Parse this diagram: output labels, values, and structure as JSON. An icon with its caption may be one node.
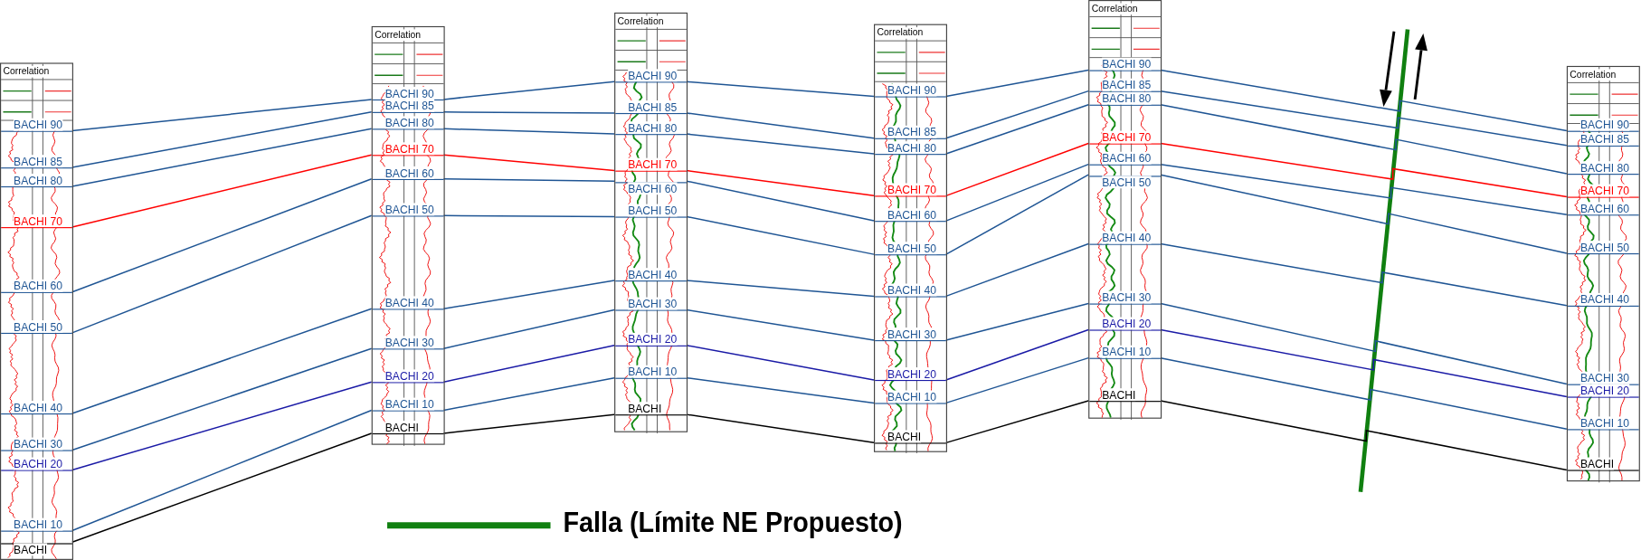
{
  "diagram": {
    "nodes": [
      {
        "text": [
          "Correlation"
        ]
      },
      {
        "text": [
          "BACHI 90"
        ],
        "in": 0
      },
      {
        "text": [
          "BACHI 85"
        ],
        "in": 0
      },
      {
        "text": [
          "BACHI 80"
        ],
        "in": 0
      },
      {
        "text": [
          "BACHI 70"
        ],
        "in": 0
      },
      {
        "text": [
          "BACHI 60"
        ],
        "in": 0
      },
      {
        "text": [
          "BACHI 50"
        ],
        "in": 0
      },
      {
        "text": [
          "BACHI 40"
        ],
        "in": 0
      },
      {
        "text": [
          "BACHI 30"
        ],
        "in": 0
      },
      {
        "text": [
          "BACHI 20"
        ],
        "in": 0
      },
      {
        "text": [
          "BACHI 10"
        ],
        "in": 0
      },
      {
        "text": [
          "BACHI"
        ],
        "in": 0
      },
      {
        "text": [
          "Correlation"
        ]
      },
      {
        "text": [
          "BACHI 90"
        ],
        "in": 12
      },
      {
        "text": [
          "BACHI 85"
        ],
        "in": 12
      },
      {
        "text": [
          "BACHI 80"
        ],
        "in": 12
      },
      {
        "text": [
          "BACHI 70"
        ],
        "in": 12
      },
      {
        "text": [
          "BACHI 60"
        ],
        "in": 12
      },
      {
        "text": [
          "BACHI 50"
        ],
        "in": 12
      },
      {
        "text": [
          "BACHI 40"
        ],
        "in": 12
      },
      {
        "text": [
          "BACHI 30"
        ],
        "in": 12
      },
      {
        "text": [
          "BACHI 20"
        ],
        "in": 12
      },
      {
        "text": [
          "BACHI 10"
        ],
        "in": 12
      },
      {
        "text": [
          "BACHI"
        ],
        "in": 12
      },
      {
        "text": [
          "Correlation"
        ]
      },
      {
        "text": [
          "BACHI 90"
        ],
        "in": 24
      },
      {
        "text": [
          "BACHI 85"
        ],
        "in": 24
      },
      {
        "text": [
          "BACHI 80"
        ],
        "in": 24
      },
      {
        "text": [
          "BACHI 70"
        ],
        "in": 24
      },
      {
        "text": [
          "BACHI 60"
        ],
        "in": 24
      },
      {
        "text": [
          "BACHI 50"
        ],
        "in": 24
      },
      {
        "text": [
          "BACHI 40"
        ],
        "in": 24
      },
      {
        "text": [
          "BACHI 30"
        ],
        "in": 24
      },
      {
        "text": [
          "BACHI 20"
        ],
        "in": 24
      },
      {
        "text": [
          "BACHI 10"
        ],
        "in": 24
      },
      {
        "text": [
          "BACHI"
        ],
        "in": 24
      },
      {
        "text": [
          "Correlation"
        ]
      },
      {
        "text": [
          "BACHI 90"
        ],
        "in": 36
      },
      {
        "text": [
          "BACHI 85"
        ],
        "in": 36
      },
      {
        "text": [
          "BACHI 80"
        ],
        "in": 36
      },
      {
        "text": [
          "BACHI 70"
        ],
        "in": 36
      },
      {
        "text": [
          "BACHI 60"
        ],
        "in": 36
      },
      {
        "text": [
          "BACHI 50"
        ],
        "in": 36
      },
      {
        "text": [
          "BACHI 40"
        ],
        "in": 36
      },
      {
        "text": [
          "BACHI 30"
        ],
        "in": 36
      },
      {
        "text": [
          "BACHI 20"
        ],
        "in": 36
      },
      {
        "text": [
          "BACHI 10"
        ],
        "in": 36
      },
      {
        "text": [
          "BACHI"
        ],
        "in": 36
      },
      {
        "text": [
          "Correlation"
        ]
      },
      {
        "text": [
          "BACHI 90"
        ],
        "in": 48
      },
      {
        "text": [
          "BACHI 85"
        ],
        "in": 48
      },
      {
        "text": [
          "BACHI 80"
        ],
        "in": 48
      },
      {
        "text": [
          "BACHI 70"
        ],
        "in": 48
      },
      {
        "text": [
          "BACHI 60"
        ],
        "in": 48
      },
      {
        "text": [
          "BACHI 50"
        ],
        "in": 48
      },
      {
        "text": [
          "BACHI 40"
        ],
        "in": 48
      },
      {
        "text": [
          "BACHI 30"
        ],
        "in": 48
      },
      {
        "text": [
          "BACHI 20"
        ],
        "in": 48
      },
      {
        "text": [
          "BACHI 10"
        ],
        "in": 48
      },
      {
        "text": [
          "BACHI"
        ],
        "in": 48
      },
      {
        "text": [
          "Correlation"
        ]
      },
      {
        "text": [
          "BACHI 90"
        ],
        "in": 60
      },
      {
        "text": [
          "BACHI 85"
        ],
        "in": 60
      },
      {
        "text": [
          "BACHI 80"
        ],
        "in": 60
      },
      {
        "text": [
          "BACHI 70"
        ],
        "in": 60
      },
      {
        "text": [
          "BACHI 60"
        ],
        "in": 60
      },
      {
        "text": [
          "BACHI 50"
        ],
        "in": 60
      },
      {
        "text": [
          "BACHI 40"
        ],
        "in": 60
      },
      {
        "text": [
          "BACHI 30"
        ],
        "in": 60
      },
      {
        "text": [
          "BACHI 20"
        ],
        "in": 60
      },
      {
        "text": [
          "BACHI 10"
        ],
        "in": 60
      },
      {
        "text": [
          "BACHI"
        ],
        "in": 60
      }
    ],
    "edges": [
      {
        "from": 1,
        "to": 13,
        "arrow": "none"
      },
      {
        "from": 13,
        "to": 25,
        "arrow": "none"
      },
      {
        "from": 25,
        "to": 37,
        "arrow": "none"
      },
      {
        "from": 37,
        "to": 49,
        "arrow": "none"
      },
      {
        "from": 49,
        "to": 61,
        "arrow": "none"
      },
      {
        "from": 2,
        "to": 14,
        "arrow": "none"
      },
      {
        "from": 14,
        "to": 26,
        "arrow": "none"
      },
      {
        "from": 26,
        "to": 38,
        "arrow": "none"
      },
      {
        "from": 38,
        "to": 50,
        "arrow": "none"
      },
      {
        "from": 50,
        "to": 62,
        "arrow": "none"
      },
      {
        "from": 3,
        "to": 15,
        "arrow": "none"
      },
      {
        "from": 15,
        "to": 27,
        "arrow": "none"
      },
      {
        "from": 27,
        "to": 39,
        "arrow": "none"
      },
      {
        "from": 39,
        "to": 51,
        "arrow": "none"
      },
      {
        "from": 51,
        "to": 63,
        "arrow": "none"
      },
      {
        "from": 4,
        "to": 16,
        "arrow": "none",
        "color": "#ff0000"
      },
      {
        "from": 16,
        "to": 28,
        "arrow": "none",
        "color": "#ff0000"
      },
      {
        "from": 28,
        "to": 40,
        "arrow": "none",
        "color": "#ff0000"
      },
      {
        "from": 40,
        "to": 52,
        "arrow": "none",
        "color": "#ff0000"
      },
      {
        "from": 52,
        "to": 64,
        "arrow": "none",
        "color": "#ff0000"
      },
      {
        "from": 5,
        "to": 17,
        "arrow": "none"
      },
      {
        "from": 17,
        "to": 29,
        "arrow": "none"
      },
      {
        "from": 29,
        "to": 41,
        "arrow": "none"
      },
      {
        "from": 41,
        "to": 53,
        "arrow": "none"
      },
      {
        "from": 53,
        "to": 65,
        "arrow": "none"
      },
      {
        "from": 6,
        "to": 18,
        "arrow": "none"
      },
      {
        "from": 18,
        "to": 30,
        "arrow": "none"
      },
      {
        "from": 30,
        "to": 42,
        "arrow": "none"
      },
      {
        "from": 42,
        "to": 54,
        "arrow": "none"
      },
      {
        "from": 54,
        "to": 66,
        "arrow": "none"
      },
      {
        "from": 7,
        "to": 19,
        "arrow": "none"
      },
      {
        "from": 19,
        "to": 31,
        "arrow": "none"
      },
      {
        "from": 31,
        "to": 43,
        "arrow": "none"
      },
      {
        "from": 43,
        "to": 55,
        "arrow": "none"
      },
      {
        "from": 55,
        "to": 67,
        "arrow": "none"
      },
      {
        "from": 8,
        "to": 20,
        "arrow": "none"
      },
      {
        "from": 20,
        "to": 32,
        "arrow": "none"
      },
      {
        "from": 32,
        "to": 44,
        "arrow": "none"
      },
      {
        "from": 44,
        "to": 56,
        "arrow": "none"
      },
      {
        "from": 56,
        "to": 68,
        "arrow": "none"
      },
      {
        "from": 9,
        "to": 21,
        "arrow": "none",
        "color": "#1a1aa6"
      },
      {
        "from": 21,
        "to": 33,
        "arrow": "none",
        "color": "#1a1aa6"
      },
      {
        "from": 33,
        "to": 45,
        "arrow": "none",
        "color": "#1a1aa6"
      },
      {
        "from": 45,
        "to": 57,
        "arrow": "none",
        "color": "#1a1aa6"
      },
      {
        "from": 57,
        "to": 69,
        "arrow": "none",
        "color": "#1a1aa6"
      },
      {
        "from": 10,
        "to": 22,
        "arrow": "none"
      },
      {
        "from": 22,
        "to": 34,
        "arrow": "none"
      },
      {
        "from": 34,
        "to": 46,
        "arrow": "none"
      },
      {
        "from": 46,
        "to": 58,
        "arrow": "none"
      },
      {
        "from": 58,
        "to": 70,
        "arrow": "none"
      },
      {
        "from": 11,
        "to": 23,
        "arrow": "none",
        "color": "#000000"
      },
      {
        "from": 23,
        "to": 35,
        "arrow": "none",
        "color": "#000000"
      },
      {
        "from": 35,
        "to": 47,
        "arrow": "none",
        "color": "#000000"
      },
      {
        "from": 47,
        "to": 59,
        "arrow": "none",
        "color": "#000000"
      },
      {
        "from": 59,
        "to": 71,
        "arrow": "none",
        "color": "#000000"
      }
    ],
    "legend": [
      {
        "text": "Falla (Límite NE Propuesto)"
      }
    ]
  }
}
